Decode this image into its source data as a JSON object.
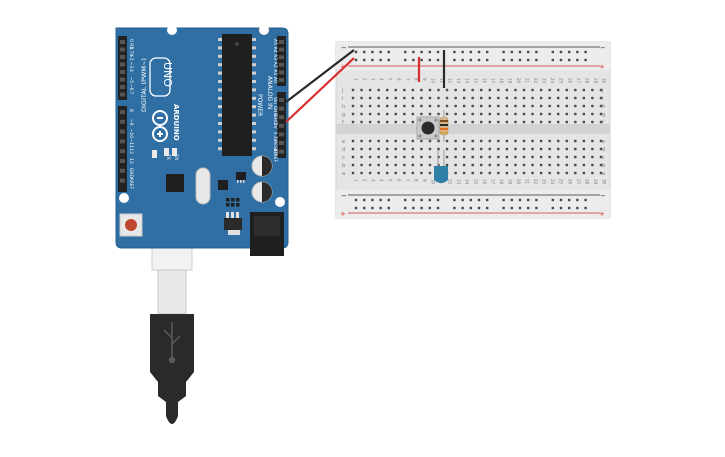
{
  "arduino": {
    "brand": "ARDUINO",
    "model": "UNO",
    "digital_label": "DIGITAL (PWM~)",
    "analog_label": "ANALOG IN",
    "power_label": "POWER",
    "tx_label": "TX",
    "rx_label": "RX",
    "digital_pins": [
      "0 RX",
      "1 TX",
      "~2",
      "~3",
      "4",
      "~5",
      "~6",
      "7",
      "8",
      "~9",
      "~10",
      "~11",
      "12",
      "13",
      "GND",
      "AREF"
    ],
    "analog_pins": [
      "A0",
      "A1",
      "A2",
      "A3",
      "A4",
      "A5"
    ],
    "power_pins": [
      "Vin",
      "GND",
      "GND",
      "5V",
      "3.3V",
      "RESET",
      "IOREF"
    ]
  },
  "breadboard": {
    "row_letters_top": [
      "j",
      "i",
      "h",
      "g",
      "f"
    ],
    "row_letters_bottom": [
      "e",
      "d",
      "c",
      "b",
      "a"
    ],
    "columns": [
      "1",
      "2",
      "3",
      "4",
      "5",
      "6",
      "7",
      "8",
      "9",
      "10",
      "11",
      "12",
      "13",
      "14",
      "15",
      "16",
      "17",
      "18",
      "19",
      "20",
      "21",
      "22",
      "23",
      "24",
      "25",
      "26",
      "27",
      "28",
      "29",
      "30"
    ],
    "rail_plus": "+",
    "rail_minus": "−"
  },
  "colors": {
    "board": "#2f6fa3",
    "board_edge": "#25608f",
    "breadboard": "#e5e5e5",
    "wire_red": "#d82d2d",
    "wire_black": "#2a2a2a",
    "cable": "#2a2a2a",
    "capacitor": "#2f7fa6",
    "resistor": "#d8b58a"
  }
}
